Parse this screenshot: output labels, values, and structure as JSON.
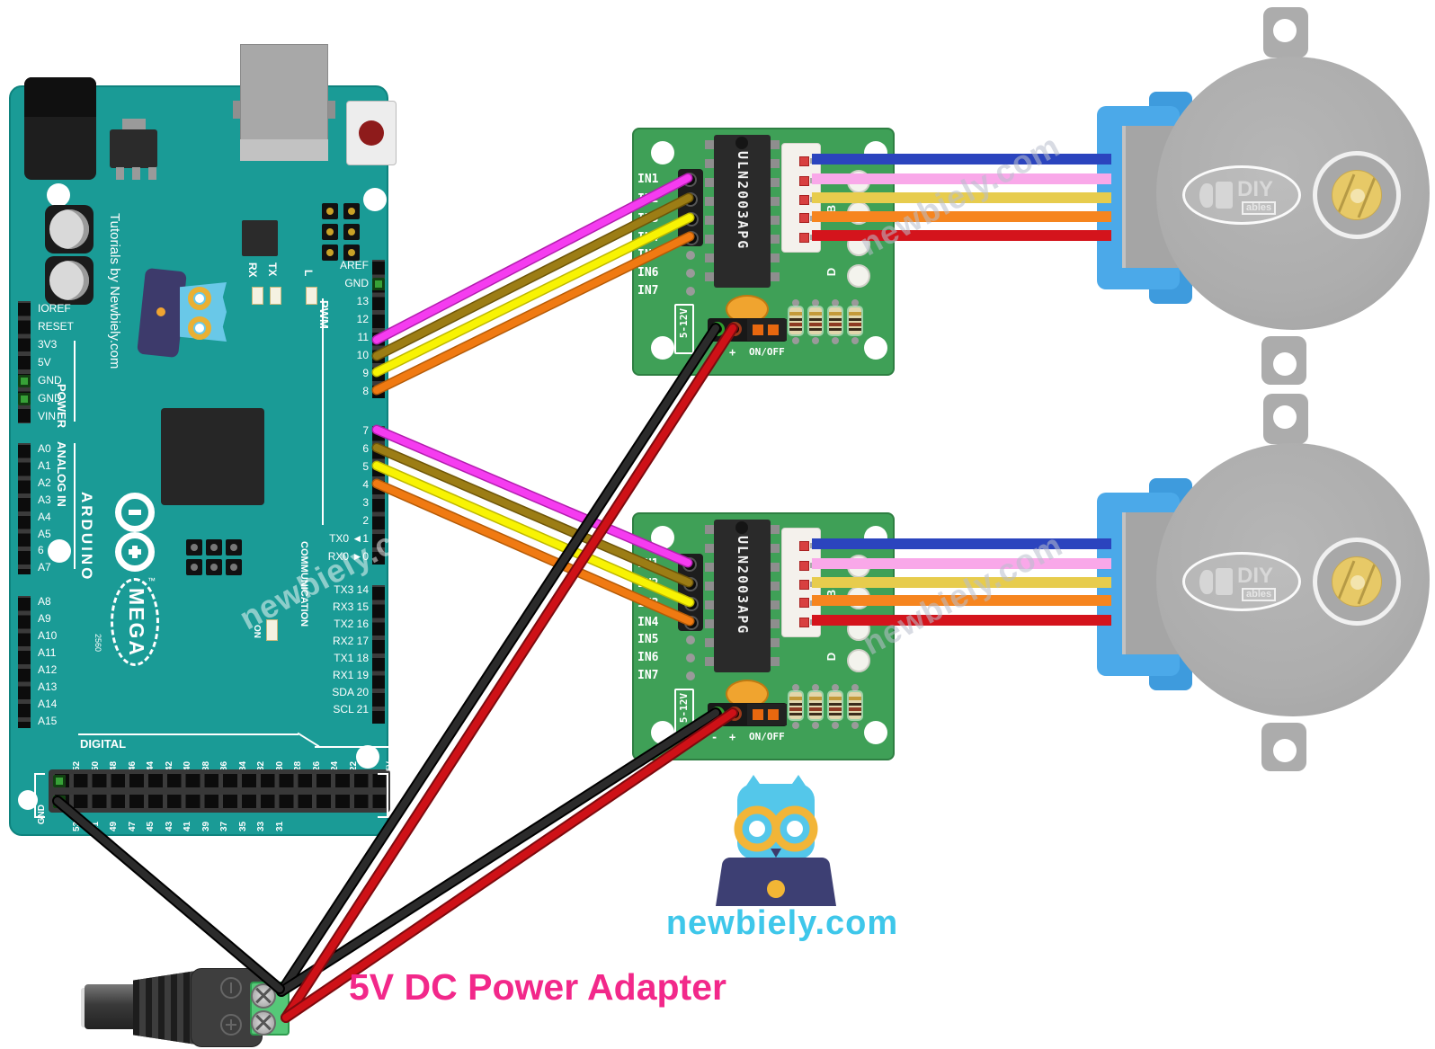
{
  "watermark": {
    "text": "newbiely.com"
  },
  "footer": {
    "site": "newbiely.com"
  },
  "adapter": {
    "label": "5V DC Power Adapter"
  },
  "arduino": {
    "tagline": "Tutorials by Newbiely.com",
    "brand": "ARDUINO",
    "tm": "™",
    "model": "MEGA",
    "chip": "2560",
    "sections": {
      "power": "POWER",
      "analog": "ANALOG IN",
      "pwm": "PWM",
      "comm": "COMMUNICATION",
      "digital": "DIGITAL"
    },
    "left_pins": [
      "IOREF",
      "RESET",
      "3V3",
      "5V",
      "GND",
      "GND",
      "VIN"
    ],
    "analog_pins": [
      "A0",
      "A1",
      "A2",
      "A3",
      "A4",
      "A5",
      "6",
      "A7"
    ],
    "analog_pins2": [
      "A8",
      "A9",
      "A10",
      "A11",
      "A12",
      "A13",
      "A14",
      "A15"
    ],
    "right_top": [
      "AREF",
      "GND",
      "13",
      "12",
      "11",
      "10",
      "9",
      "8"
    ],
    "right_mid": [
      "7",
      "6",
      "5",
      "4",
      "3",
      "2",
      "TX0 ◄1",
      "RX0 ►0"
    ],
    "right_bottom": [
      "TX3 14",
      "RX3 15",
      "TX2 16",
      "RX2 17",
      "TX1 18",
      "RX1 19",
      "SDA 20",
      "SCL 21"
    ],
    "digital_top": [
      "52",
      "50",
      "48",
      "46",
      "44",
      "42",
      "40",
      "38",
      "36",
      "34",
      "32",
      "30",
      "28",
      "26",
      "24",
      "22"
    ],
    "digital_bottom": [
      "53",
      "51",
      "49",
      "47",
      "45",
      "43",
      "41",
      "39",
      "37",
      "35",
      "33",
      "31"
    ],
    "gnd": "GND",
    "five_v": "5V",
    "tx": "TX",
    "rx": "RX",
    "led_l": "L",
    "led_on": "ON"
  },
  "driver": {
    "inputs": [
      "IN1",
      "IN2",
      "IN3",
      "IN4",
      "IN5",
      "IN6",
      "IN7"
    ],
    "chip": "ULN2003APG",
    "voltage": "5-12V",
    "minus": "-",
    "plus": "+",
    "onoff": "ON/OFF",
    "led_b": "B",
    "led_d": "D"
  },
  "motor": {
    "brand": "DIY",
    "brand_sub": "ables"
  },
  "colors": {
    "board_teal": "#1A9B96",
    "pcb_green": "#3FA057",
    "caption_pink": "#F2288A",
    "logo_cyan": "#3EC7EA",
    "wire_signal": [
      "#F53CF0",
      "#9C7D15",
      "#F8F303",
      "#F07A12"
    ],
    "wire_motor": [
      "#2B44BE",
      "#F9A8E9",
      "#E7CC4D",
      "#F6851F",
      "#D4141C"
    ],
    "wire_power_neg": "#262626",
    "wire_power_pos": "#CE1117"
  }
}
